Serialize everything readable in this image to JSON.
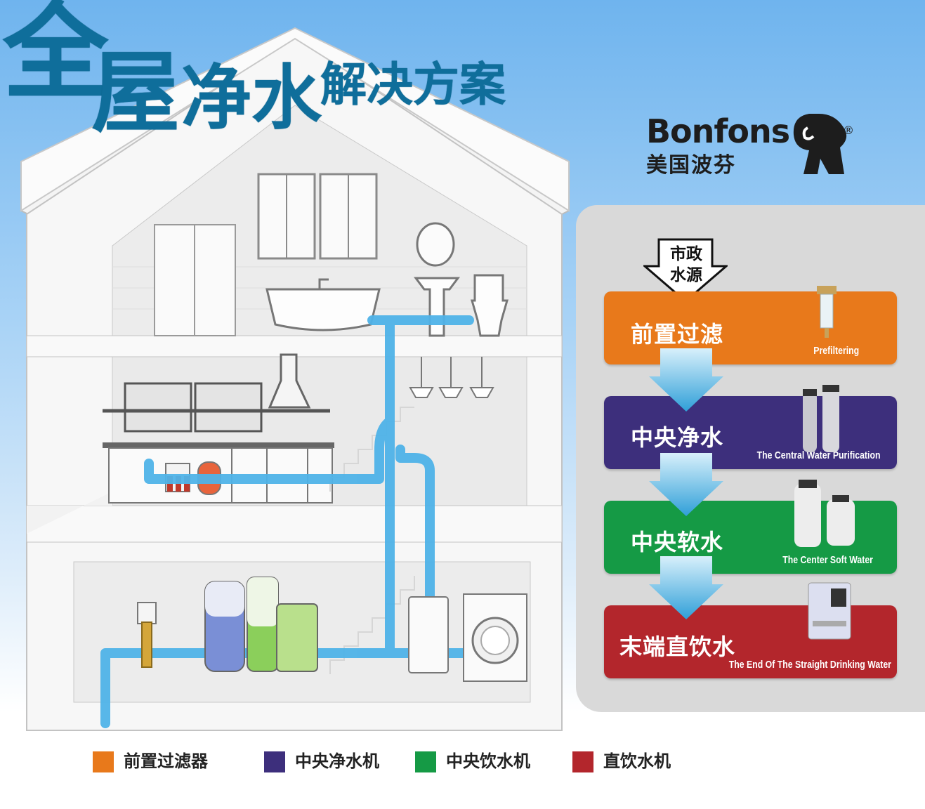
{
  "title": {
    "char1": "全",
    "char2": "屋",
    "rest": "净水",
    "subtitle": "解决方案"
  },
  "brand": {
    "name_en": "Bonfons",
    "name_cn": "美国波芬",
    "registered": "®"
  },
  "panel": {
    "source_line1": "市政",
    "source_line2": "水源",
    "steps": [
      {
        "name_cn": "前置过滤",
        "name_en": "Prefiltering",
        "color": "#e8791b"
      },
      {
        "name_cn": "中央净水",
        "name_en": "The Central Water Purification",
        "color": "#3d2f7c"
      },
      {
        "name_cn": "中央软水",
        "name_en": "The Center Soft Water",
        "color": "#159a45"
      },
      {
        "name_cn": "末端直饮水",
        "name_en": "The End Of The Straight Drinking Water",
        "color": "#b3262c"
      }
    ]
  },
  "legend": [
    {
      "label": "前置过滤器",
      "color": "#e8791b"
    },
    {
      "label": "中央净水机",
      "color": "#3d2f7c"
    },
    {
      "label": "中央饮水机",
      "color": "#159a45"
    },
    {
      "label": "直饮水机",
      "color": "#b3262c"
    }
  ],
  "colors": {
    "pipe": "#4fb3e8",
    "title": "#0f6e9b",
    "panel_bg": "#d9d9d9"
  }
}
